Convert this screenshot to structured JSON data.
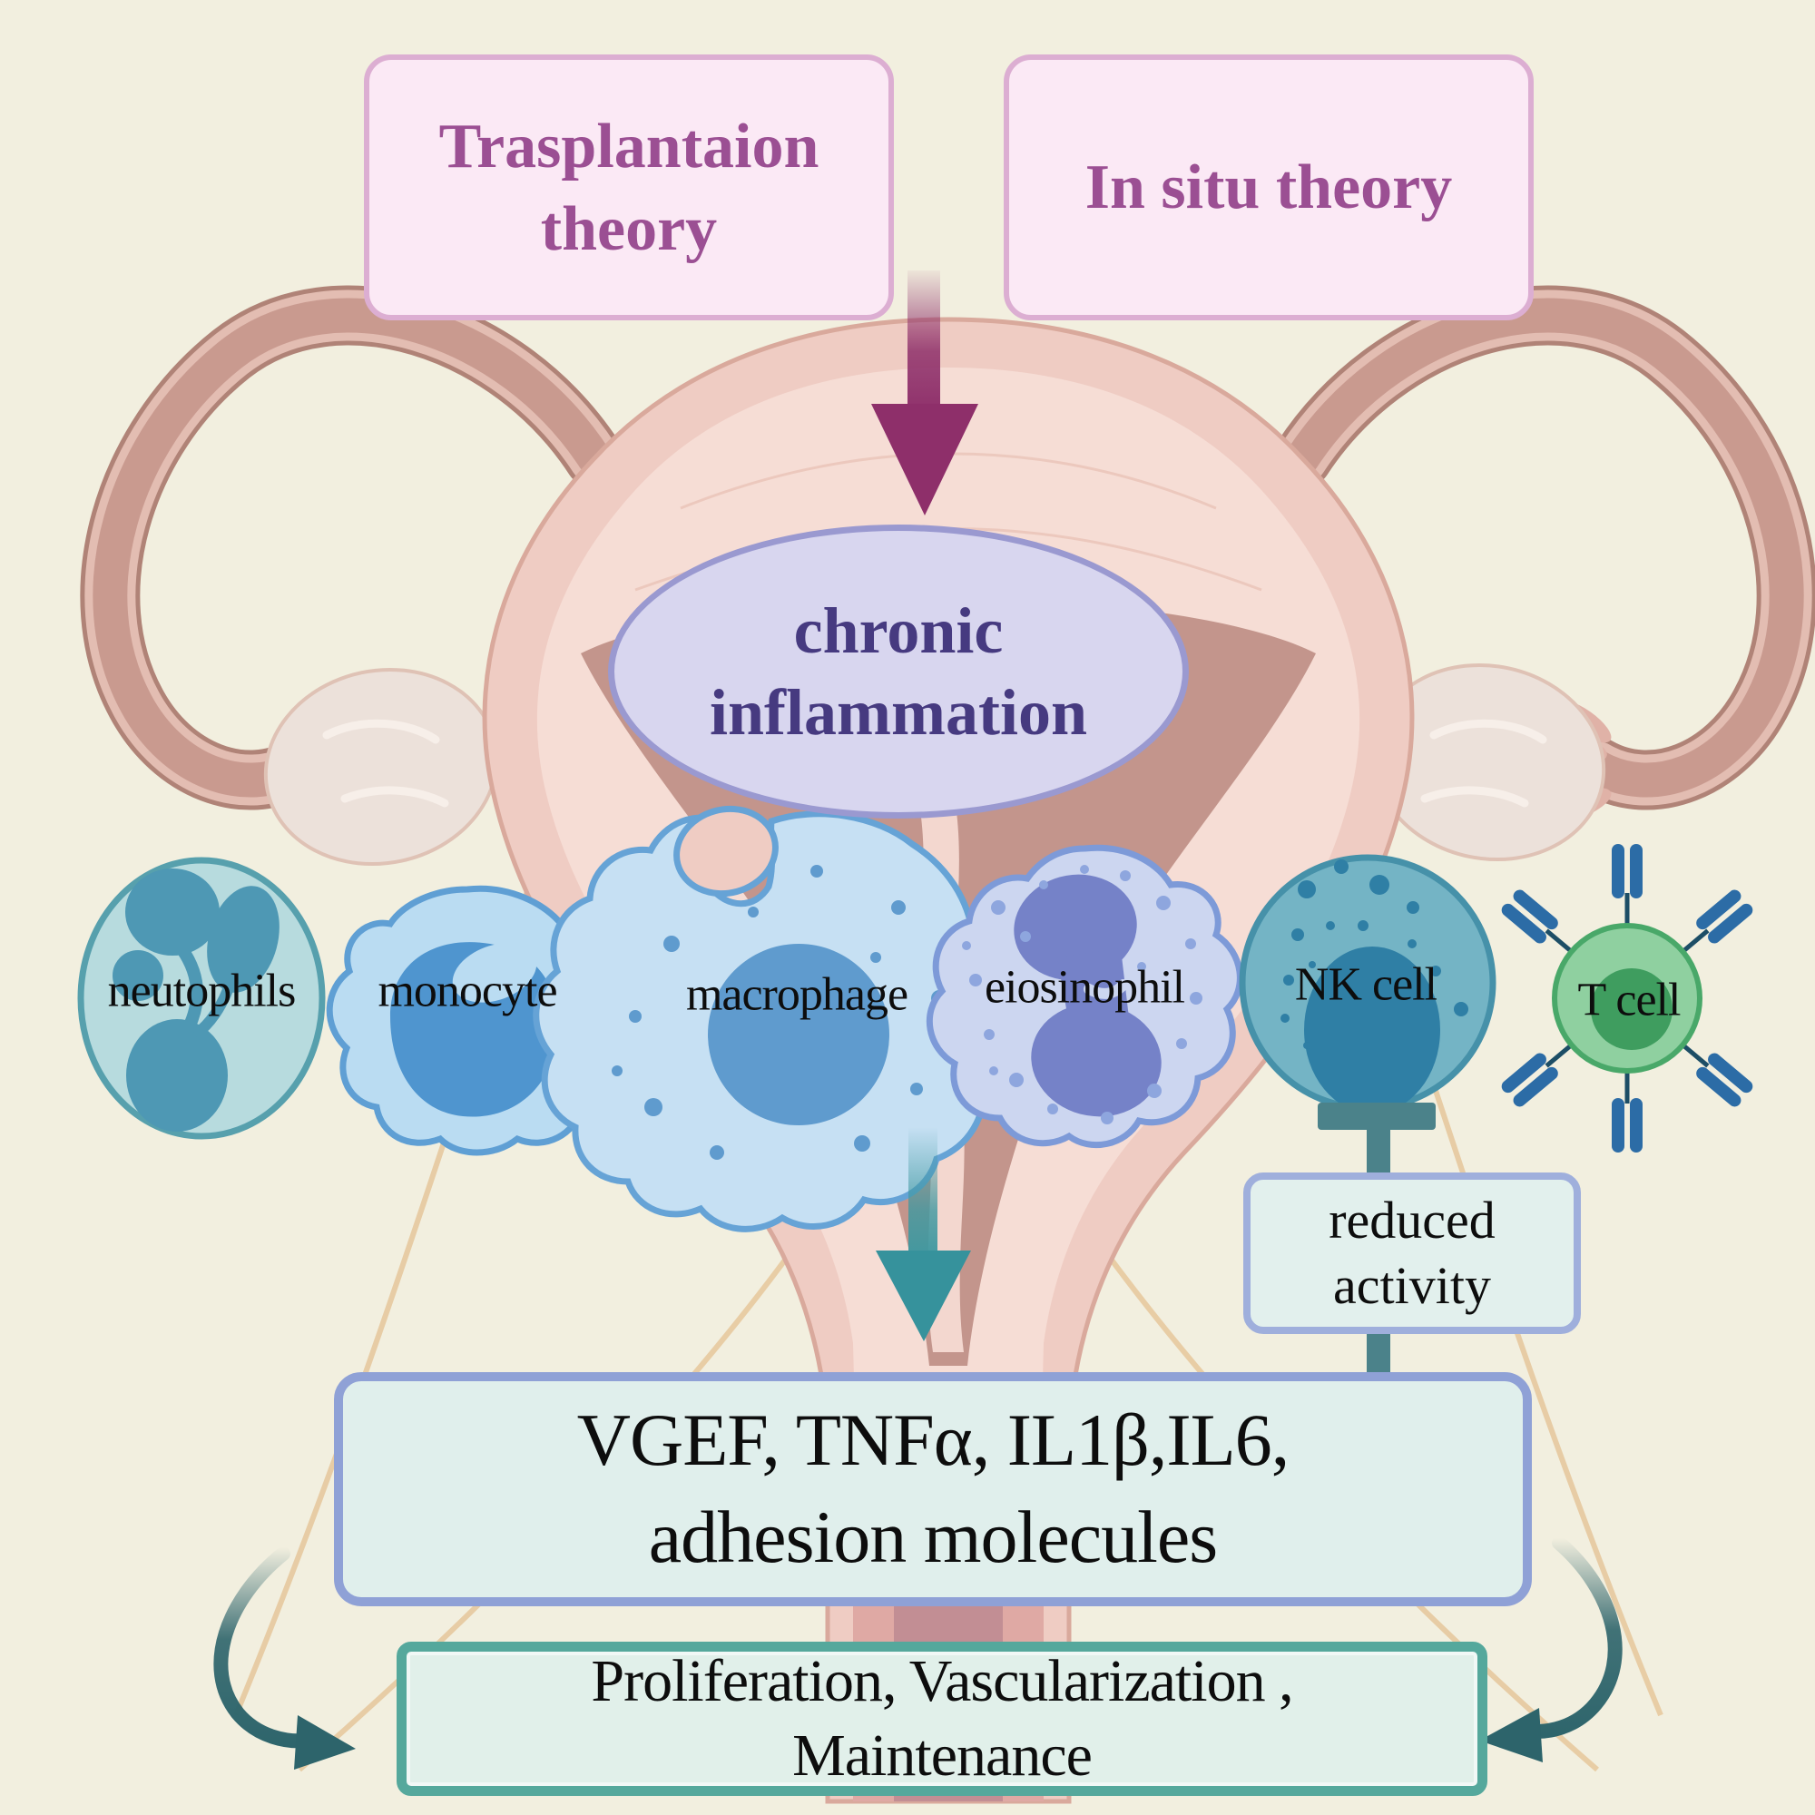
{
  "canvas": {
    "background": "#f2efdf"
  },
  "theory_boxes": [
    {
      "label": "Trasplantaion\ntheory"
    },
    {
      "label": "In situ theory"
    }
  ],
  "central_node": {
    "label": "chronic\ninflammation"
  },
  "cells": [
    {
      "name": "neutrophil",
      "label": "neutophils"
    },
    {
      "name": "monocyte",
      "label": "monocyte"
    },
    {
      "name": "macrophage",
      "label": "macrophage"
    },
    {
      "name": "eosinophil",
      "label": "eiosinophil"
    },
    {
      "name": "nk-cell",
      "label": "NK cell"
    },
    {
      "name": "t-cell",
      "label": "T cell"
    }
  ],
  "nk_annotation": {
    "label": "reduced\nactivity"
  },
  "mediators_box": {
    "label": "VGEF, TNFα, IL1β,IL6,\nadhesion molecules"
  },
  "outcomes_box": {
    "label": "Proliferation, Vascularization ,\nMaintenance"
  },
  "colors": {
    "background": "#f2efdf",
    "theory_box_fill": "#fbe9f5",
    "theory_box_border": "#dcaed2",
    "theory_text": "#9b4f93",
    "ellipse_fill": "#d8d6ef",
    "ellipse_border": "#9a99d0",
    "ellipse_text": "#463a80",
    "purple_arrow": "#8e2f6a",
    "teal_arrow": "#3e98a0",
    "curved_arrow": "#2d646b",
    "inhibition_bar": "#4b828a",
    "mint_box_fill": "#e0efec",
    "periwinkle_border": "#8fa1d6",
    "teal_border": "#55a89c",
    "uterus_pink": "#efccc3",
    "uterus_cavity": "#c3958c",
    "neutrophil_fill": "#b7dbde",
    "monocyte_fill": "#badcf2",
    "macrophage_fill": "#c6e0f3",
    "eosinophil_fill": "#ccd6f0",
    "nk_fill": "#74b4c5",
    "t_cell_fill": "#8fd0a0"
  }
}
